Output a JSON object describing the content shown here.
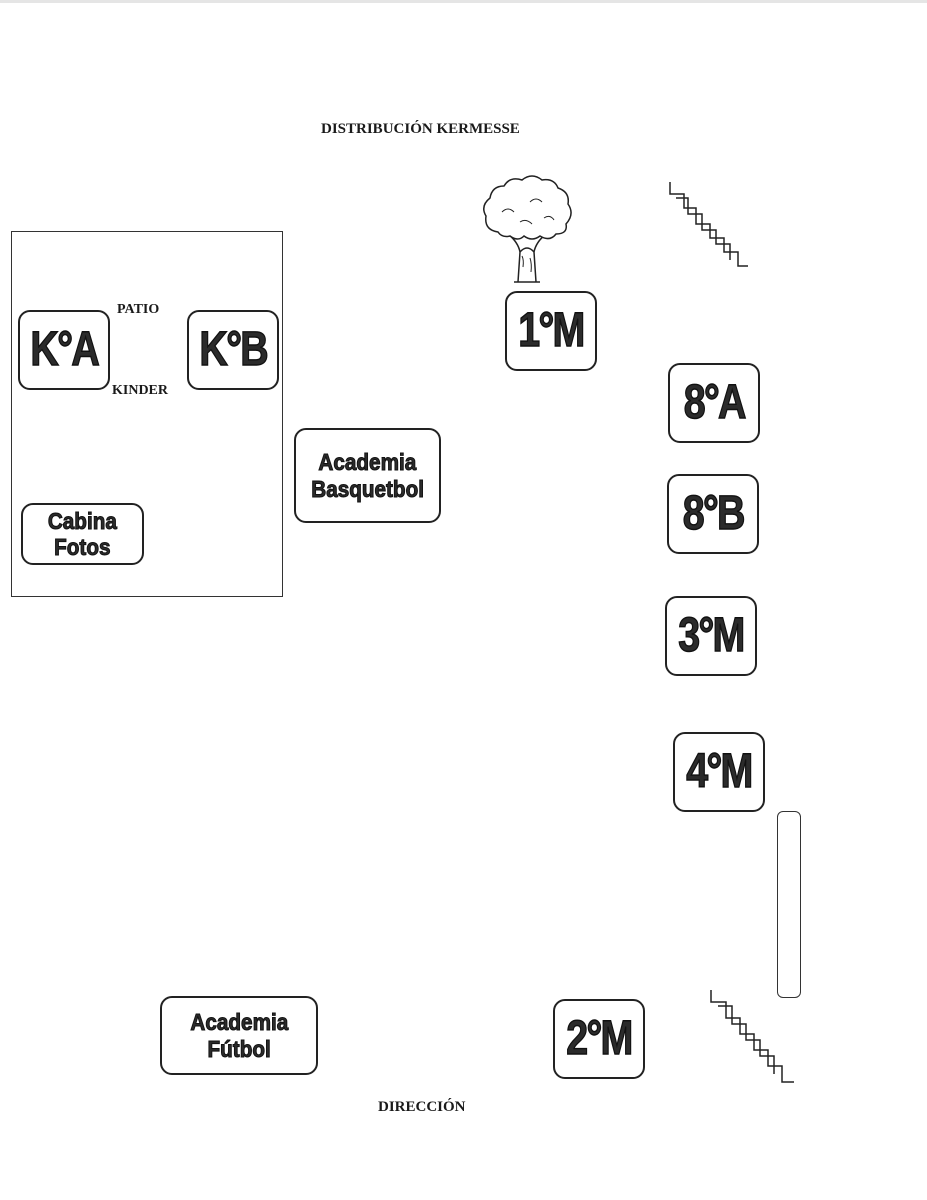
{
  "title": "DISTRIBUCIÓN KERMESSE",
  "patio": {
    "line1": "PATIO",
    "line2": "KINDER"
  },
  "stations": {
    "ka": "K°A",
    "kb": "K°B",
    "cabina": {
      "line1": "Cabina",
      "line2": "Fotos"
    },
    "basquet": {
      "line1": "Academia",
      "line2": "Basquetbol"
    },
    "m1": "1°M",
    "a8": "8°A",
    "b8": "8°B",
    "m3": "3°M",
    "m4": "4°M",
    "m2": "2°M",
    "futbol": {
      "line1": "Academia",
      "line2": "Fútbol"
    }
  },
  "footer": "DIRECCIÓN",
  "icons": [
    "tree-icon",
    "stairs-icon"
  ]
}
